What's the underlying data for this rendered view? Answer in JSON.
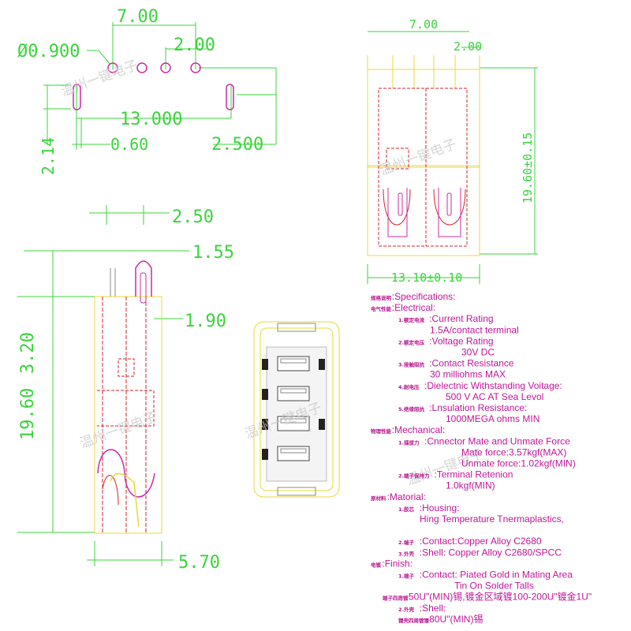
{
  "watermark": "温州一键电子",
  "top_left_view": {
    "dims": {
      "pitch_total": "7.00",
      "pitch": "2.00",
      "hole_dia": "Ø0.900",
      "span": "13.000",
      "slot_offset": "2.500",
      "slot_h": "2.14",
      "slot_w": "0.60"
    }
  },
  "top_right_view": {
    "dims": {
      "pitch_total": "7.00",
      "pitch": "2.00",
      "height": "19.60±0.15",
      "width": "13.10±0.10"
    }
  },
  "side_view": {
    "dims": {
      "a": "2.50",
      "b": "1.55",
      "c": "1.90",
      "d": "3.20",
      "height": "19.60",
      "width": "5.70"
    }
  },
  "specs": {
    "rows": [
      {
        "cn": "规格说明",
        "en": ":Specifications:",
        "indent": 0
      },
      {
        "cn": "电气性能",
        "en": ":Electrical:",
        "indent": 0
      },
      {
        "cn": "1.额定电流",
        "en": ":Current  Rating",
        "indent": 1
      },
      {
        "cn": "",
        "en": "1.5A/contact  terminal",
        "indent": 2
      },
      {
        "cn": "2.额定电压",
        "en": ":Voltage  Rating",
        "indent": 1
      },
      {
        "cn": "",
        "en": "30V  DC",
        "indent": 3
      },
      {
        "cn": "3.接触阻抗",
        "en": ":Contact  Resistance",
        "indent": 1
      },
      {
        "cn": "",
        "en": "30  milliohms  MAX",
        "indent": 2
      },
      {
        "cn": "4.耐电压",
        "en": ":Dielectnic  Withstanding  Voitage:",
        "indent": 1
      },
      {
        "cn": "",
        "en": "500  V  AC  AT  Sea  Levol",
        "indent": 4
      },
      {
        "cn": "5.绝缘阻抗",
        "en": ":Lnsulation  Resistance:",
        "indent": 1
      },
      {
        "cn": "",
        "en": "1000MEGA  ohms  MIN",
        "indent": 4
      },
      {
        "cn": "物理性能",
        "en": ":Mechanical:",
        "indent": 0
      },
      {
        "cn": "1.插拔力",
        "en": ":Cnnector  Mate  and  Unmate  Force",
        "indent": 1
      },
      {
        "cn": "",
        "en": "Mate  force:3.57kgf(MAX)",
        "indent": 5
      },
      {
        "cn": "",
        "en": "Unmate  force:1.02kgf(MIN)",
        "indent": 5
      },
      {
        "cn": "2.端子保持力",
        "en": ":Terminal  Retenion",
        "indent": 1
      },
      {
        "cn": "",
        "en": "1.0kgf(MIN)",
        "indent": 6
      },
      {
        "cn": "原材料",
        "en": ":Matorial:",
        "indent": 0
      },
      {
        "cn": "1.胶芯",
        "en": ":Housing:",
        "indent": 1
      },
      {
        "cn": "",
        "en": "Hing  Temperature    Tnermaplastics,",
        "indent": 7
      },
      {
        "cn": "",
        "en": "",
        "indent": 0
      },
      {
        "cn": "2.端子",
        "en": ":Contact:Copper  Alloy  C2680",
        "indent": 1
      },
      {
        "cn": "3.外壳",
        "en": ":Shell:  Copper  Alloy  C2680/SPCC",
        "indent": 1
      },
      {
        "cn": "电镀",
        "en": ":Finish:",
        "indent": 0
      },
      {
        "cn": "1.端子",
        "en": ":Contact:  Piated  Gold  in  Mating  Area",
        "indent": 1
      },
      {
        "cn": "",
        "en": "Tin  On  Solder  Talls",
        "indent": 8
      },
      {
        "cn": "端子四周镀",
        "en": "50U\"(MIN)锡,镀金区域镀100-200U\"镀金1U\"",
        "indent": 9
      },
      {
        "cn": "2.外壳",
        "en": ":Shell:",
        "indent": 1
      },
      {
        "cn": "镍壳四周镀镍",
        "en": "80U\"(MIN)锡",
        "indent": 10
      }
    ]
  }
}
